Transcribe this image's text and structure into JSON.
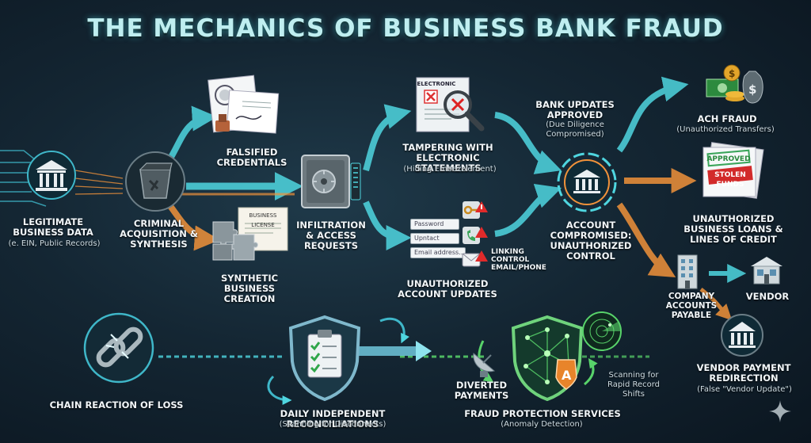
{
  "title": "THE MECHANICS OF BUSINESS BANK FRAUD",
  "nodes": {
    "legit": {
      "label": "LEGITIMATE BUSINESS DATA",
      "sub": "(e. EIN, Public Records)"
    },
    "criminal": {
      "label": "CRIMINAL ACQUISITION & SYNTHESIS"
    },
    "falsified": {
      "label": "FALSIFIED CREDENTIALS"
    },
    "synthetic": {
      "label": "SYNTHETIC BUSINESS CREATION",
      "tag": "BUSINESS LICENSE"
    },
    "infiltration": {
      "label": "INFILTRATION & ACCESS REQUESTS"
    },
    "tampering": {
      "label": "TAMPERING WITH ELECTRONIC STATEMENTS",
      "sub": "(Hiding Embezzlement)",
      "tag": "ELECTRONIC"
    },
    "unauth_updates": {
      "label": "UNAUTHORIZED ACCOUNT UPDATES",
      "fields": [
        "Password",
        "Upntact",
        "Email address..."
      ],
      "linking": "LINKING CONTROL EMAIL/PHONE"
    },
    "bank_updates": {
      "label": "BANK UPDATES APPROVED",
      "sub": "(Due Diligence Compromised)"
    },
    "compromised": {
      "label": "ACCOUNT COMPROMISED: UNAUTHORIZED CONTROL"
    },
    "ach": {
      "label": "ACH FRAUD",
      "sub": "(Unauthorized Transfers)"
    },
    "loans": {
      "label": "UNAUTHORIZED BUSINESS LOANS & LINES OF CREDIT",
      "stamp1": "APPROVED",
      "stamp2": "STOLEN FUNDS"
    },
    "payable": {
      "label": "COMPANY ACCOUNTS PAYABLE"
    },
    "vendor": {
      "label": "VENDOR"
    },
    "vendor_redirect": {
      "label": "VENDOR PAYMENT REDIRECTION",
      "sub": "(False \"Vendor Update\")"
    },
    "chain": {
      "label": "CHAIN REACTION OF LOSS"
    },
    "reconcile": {
      "label": "DAILY INDEPENDENT RECONCILIATIONS",
      "sub": "(Scanning for Disconnects)"
    },
    "diverted": {
      "label": "DIVERTED PAYMENTS"
    },
    "fraud_services": {
      "label": "FRAUD PROTECTION SERVICES",
      "sub": "(Anomaly Detection)",
      "scan": "Scanning for Rapid Record Shifts"
    }
  },
  "colors": {
    "teal": "#4fd6e0",
    "orange": "#f0923a",
    "green": "#58d36a",
    "title": "#bfeef0"
  }
}
